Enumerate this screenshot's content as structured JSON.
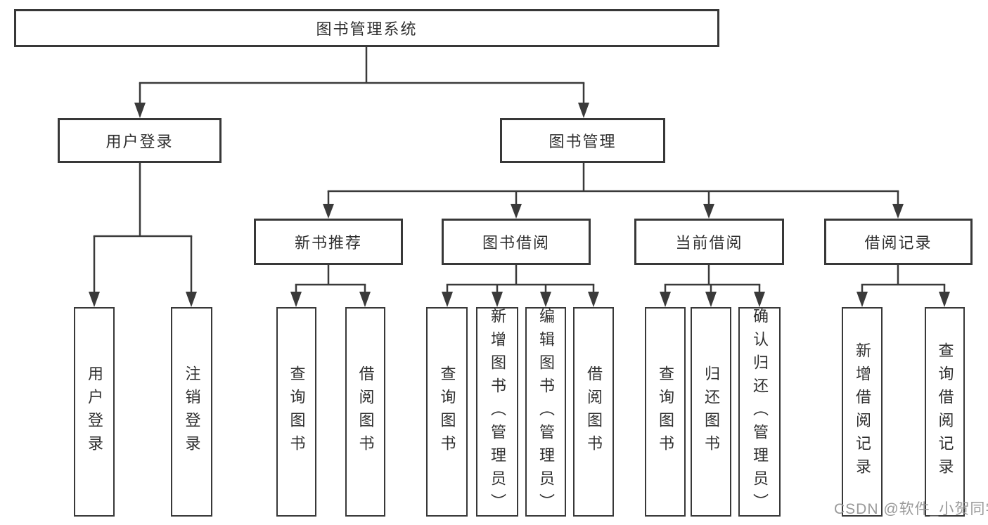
{
  "diagram": {
    "root": {
      "label": "图书管理系统"
    },
    "level2": [
      {
        "label": "用户登录"
      },
      {
        "label": "图书管理"
      }
    ],
    "level3": [
      {
        "label": "新书推荐",
        "parent": "图书管理"
      },
      {
        "label": "图书借阅",
        "parent": "图书管理"
      },
      {
        "label": "当前借阅",
        "parent": "图书管理"
      },
      {
        "label": "借阅记录",
        "parent": "图书管理"
      }
    ],
    "leaves": [
      {
        "label": "用户登录",
        "parent": "用户登录"
      },
      {
        "label": "注销登录",
        "parent": "用户登录"
      },
      {
        "label": "查询图书",
        "parent": "新书推荐"
      },
      {
        "label": "借阅图书",
        "parent": "新书推荐"
      },
      {
        "label": "查询图书",
        "parent": "图书借阅"
      },
      {
        "label": "新增图书（管理员）",
        "parent": "图书借阅"
      },
      {
        "label": "编辑图书（管理员）",
        "parent": "图书借阅"
      },
      {
        "label": "借阅图书",
        "parent": "图书借阅"
      },
      {
        "label": "查询图书",
        "parent": "当前借阅"
      },
      {
        "label": "归还图书",
        "parent": "当前借阅"
      },
      {
        "label": "确认归还（管理员）",
        "parent": "当前借阅"
      },
      {
        "label": "新增借阅记录",
        "parent": "借阅记录"
      },
      {
        "label": "查询借阅记录",
        "parent": "借阅记录"
      }
    ],
    "watermark": "CSDN @软件_小贺同学",
    "colors": {
      "line": "#3a3a3a",
      "box_border": "#383838",
      "text": "#2f2f2f",
      "watermark": "#949494",
      "background": "#ffffff"
    }
  }
}
